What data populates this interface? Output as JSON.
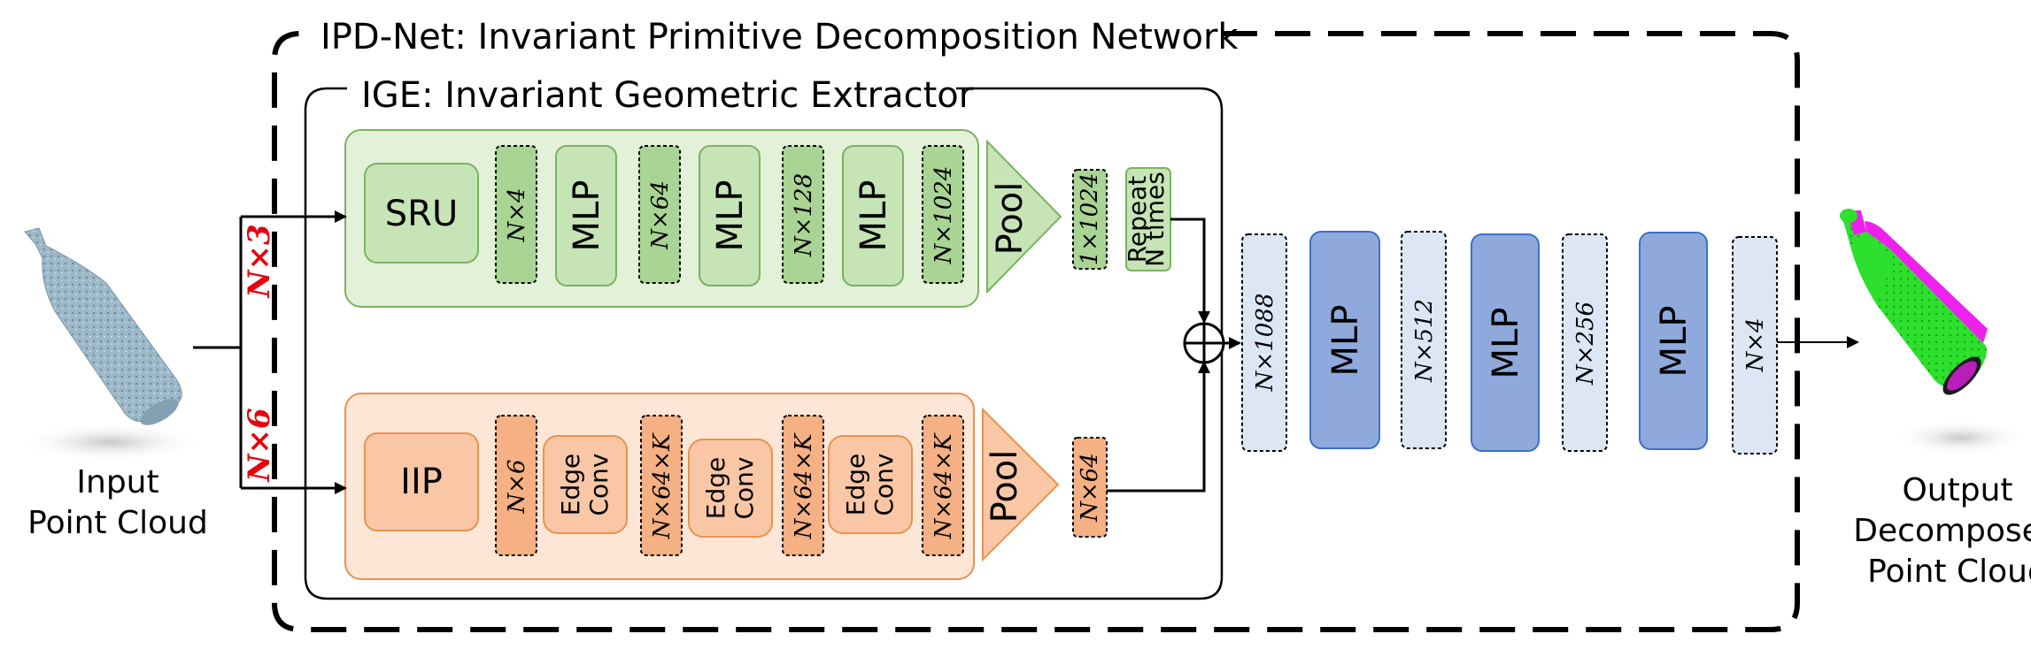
{
  "outer_title": "IPD-Net: Invariant Primitive Decomposition Network",
  "ige_title": "IGE: Invariant Geometric Extractor",
  "input_caption": [
    "Input",
    "Point Cloud"
  ],
  "output_caption": [
    "Output",
    "Decomposed",
    "Point Cloud"
  ],
  "branch_labels": {
    "top": "N×3",
    "bottom": "N×6"
  },
  "green_branch": {
    "module": "SRU",
    "dims": [
      "N×4",
      "N×64",
      "N×128",
      "N×1024"
    ],
    "mlp": [
      "MLP",
      "MLP",
      "MLP"
    ],
    "pool": "Pool",
    "pooled_dim": "1×1024",
    "repeat": [
      "Repeat",
      "N times"
    ]
  },
  "orange_branch": {
    "module": "IIP",
    "dims": [
      "N×6",
      "N×64×K",
      "N×64×K",
      "N×64×K"
    ],
    "edgeconv": [
      [
        "Edge",
        "Conv"
      ],
      [
        "Edge",
        "Conv"
      ],
      [
        "Edge",
        "Conv"
      ]
    ],
    "pool": "Pool",
    "pooled_dim": "N×64"
  },
  "concat_symbol": "⊕",
  "head": {
    "dims": [
      "N×1088",
      "N×512",
      "N×256",
      "N×4"
    ],
    "mlp": [
      "MLP",
      "MLP",
      "MLP"
    ]
  },
  "colors": {
    "green_bg": "#e3f1d8",
    "green_box": "#c6e4b5",
    "green_dim": "#a9d494",
    "green_stroke": "#7ab361",
    "orange_bg": "#fde6d6",
    "orange_box": "#f9c7a6",
    "orange_dim": "#f5b083",
    "orange_stroke": "#e8924e",
    "blue_mlp": "#8fa9dd",
    "blue_stroke": "#3e6fc7",
    "blue_dim": "#dde6f4",
    "pc_input": "#9db8c8",
    "pc_green": "#2ee02e",
    "pc_magenta": "#ee20ee"
  }
}
